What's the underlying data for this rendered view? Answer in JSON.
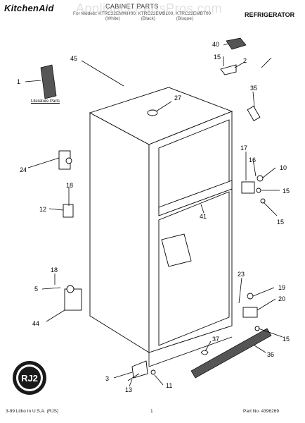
{
  "header": {
    "brand": "KitchenAid",
    "title": "CABINET PARTS",
    "models_line": "For Models: KTRC22EMWH00, KTRC22EMBL00, KTRC22EMBT00",
    "colors_line": "(White) (Black) (Bisque)",
    "appliance": "REFRIGERATOR",
    "watermark": "AppliancePartsPros.com"
  },
  "literature_label": "Literature Parts",
  "callouts": {
    "c1": "1",
    "c2": "2",
    "c3": "3",
    "c5": "5",
    "c10": "10",
    "c11": "11",
    "c12": "12",
    "c13": "13",
    "c15a": "15",
    "c15b": "15",
    "c15c": "15",
    "c15d": "15",
    "c15e": "15",
    "c16": "16",
    "c17": "17",
    "c18a": "18",
    "c18b": "18",
    "c19": "19",
    "c20": "20",
    "c23": "23",
    "c24": "24",
    "c27": "27",
    "c35": "35",
    "c36": "36",
    "c37": "37",
    "c40": "40",
    "c41": "41",
    "c44": "44",
    "c45": "45"
  },
  "logo_text": "RJ2",
  "footer": {
    "left": "3-99 Litho In U.S.A. (RJS)",
    "middle": "1",
    "right": "Part No. 4396269"
  }
}
